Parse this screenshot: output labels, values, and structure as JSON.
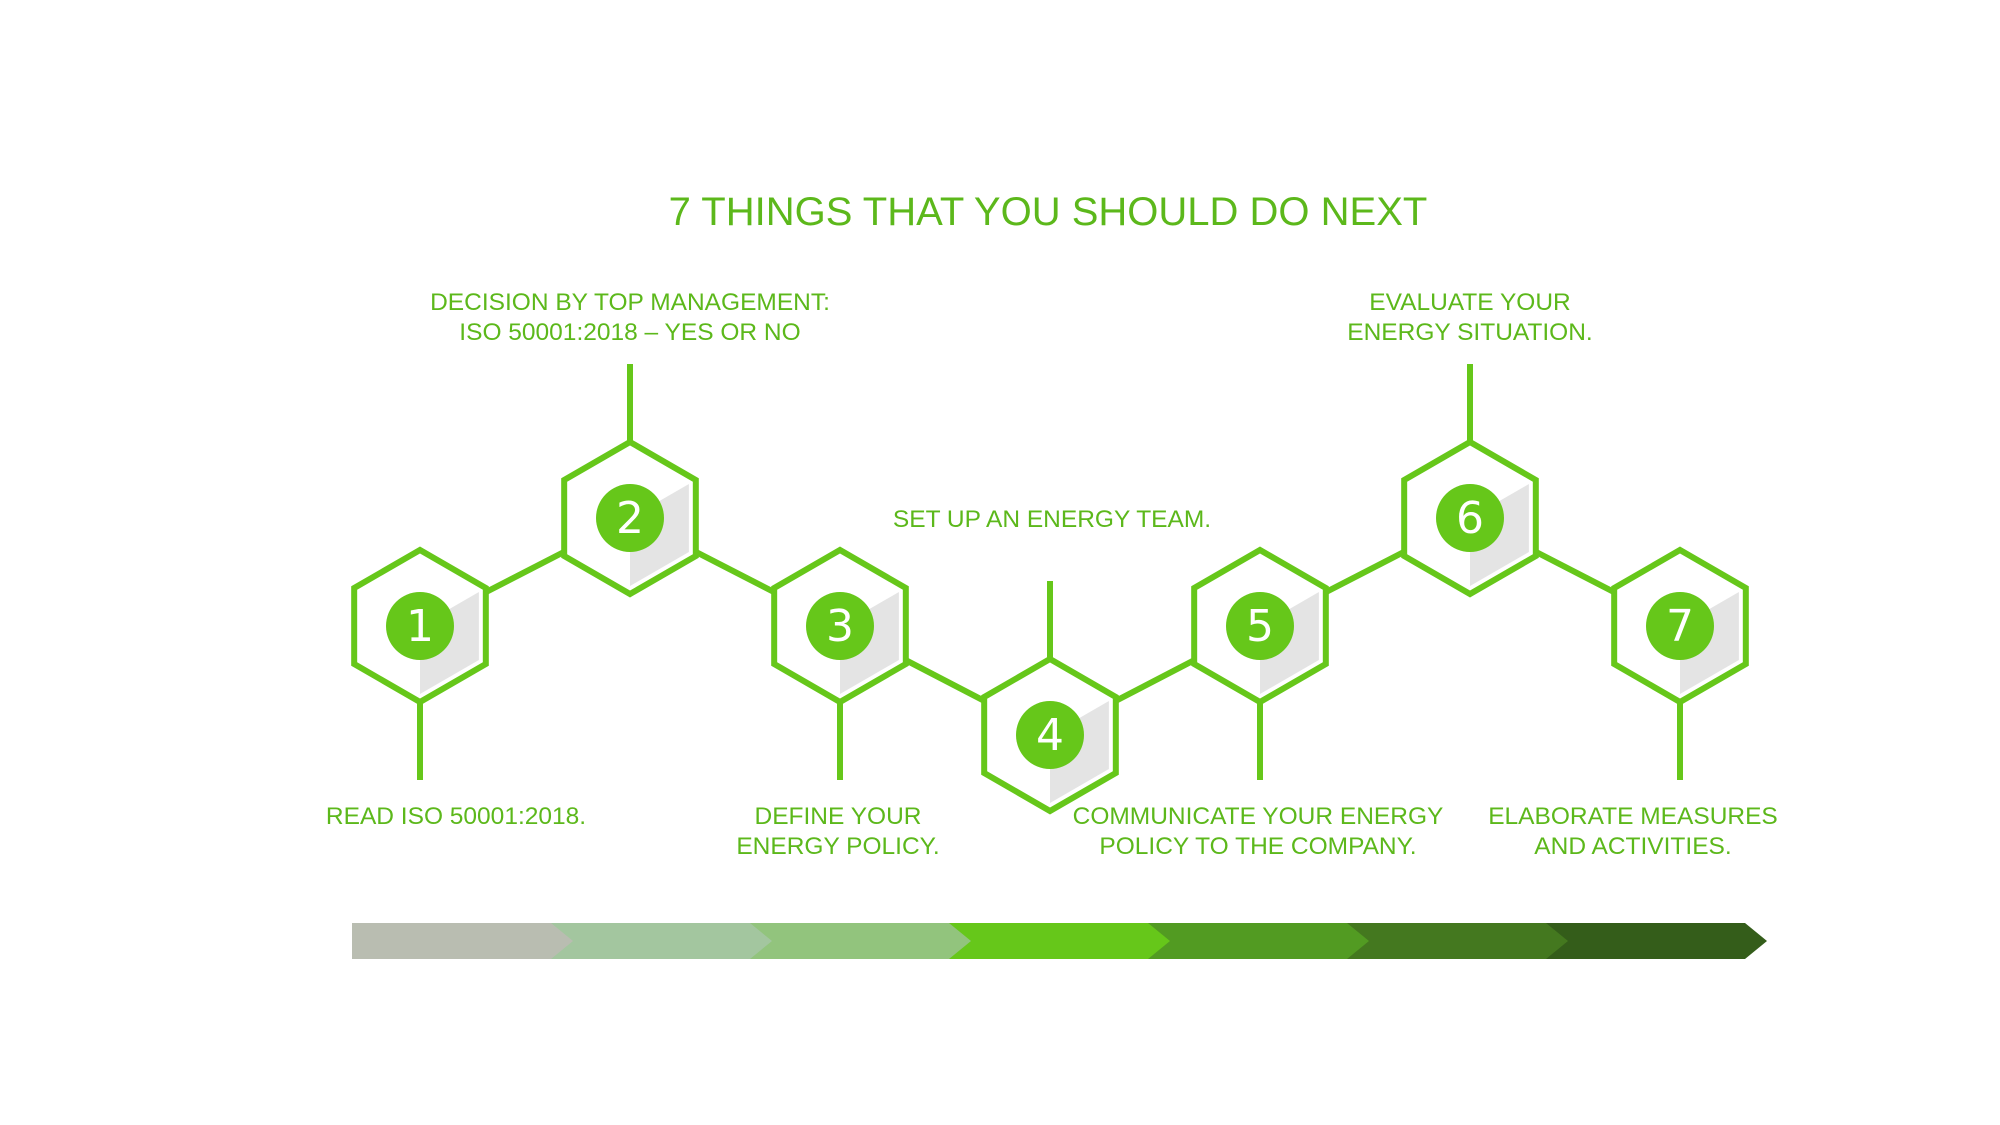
{
  "title": "7 THINGS THAT YOU SHOULD DO NEXT",
  "colors": {
    "accent": "#66c71a",
    "text": "#5cb81b",
    "hex_fill": "#ffffff",
    "hex_shade": "#e4e4e4"
  },
  "steps": [
    {
      "number": "1",
      "lines": [
        "READ ISO 50001:2018."
      ]
    },
    {
      "number": "2",
      "lines": [
        "DECISION BY TOP MANAGEMENT:",
        "ISO 50001:2018 – YES OR NO"
      ]
    },
    {
      "number": "3",
      "lines": [
        "DEFINE YOUR",
        "ENERGY POLICY."
      ]
    },
    {
      "number": "4",
      "lines": [
        "SET UP AN ENERGY TEAM."
      ]
    },
    {
      "number": "5",
      "lines": [
        "COMMUNICATE YOUR ENERGY",
        "POLICY TO THE COMPANY."
      ]
    },
    {
      "number": "6",
      "lines": [
        "EVALUATE YOUR",
        "ENERGY SITUATION."
      ]
    },
    {
      "number": "7",
      "lines": [
        "ELABORATE MEASURES",
        "AND ACTIVITIES."
      ]
    }
  ],
  "progress_arrow": {
    "segment_colors": [
      "#b9bdb1",
      "#a3c69f",
      "#92c47d",
      "#66c71a",
      "#529b22",
      "#44781f",
      "#345d1a"
    ]
  }
}
